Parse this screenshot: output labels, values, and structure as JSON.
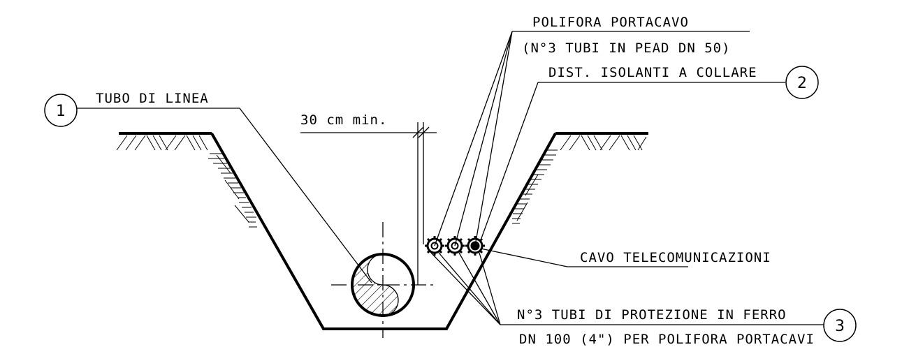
{
  "labels": {
    "polifora_line1": "POLIFORA PORTACAVO",
    "polifora_line2": "(N°3 TUBI IN PEAD DN 50)",
    "distanziatori": "DIST. ISOLANTI A COLLARE",
    "tubo_linea": "TUBO DI LINEA",
    "distanza_min": "30 cm min.",
    "cavo_tlc": "CAVO TELECOMUNICAZIONI",
    "tubi_protezione_line1": "N°3 TUBI DI PROTEZIONE IN FERRO",
    "tubi_protezione_line2": "DN 100 (4\") PER POLIFORA PORTACAVI"
  },
  "callouts": {
    "c1": "1",
    "c2": "2",
    "c3": "3"
  }
}
